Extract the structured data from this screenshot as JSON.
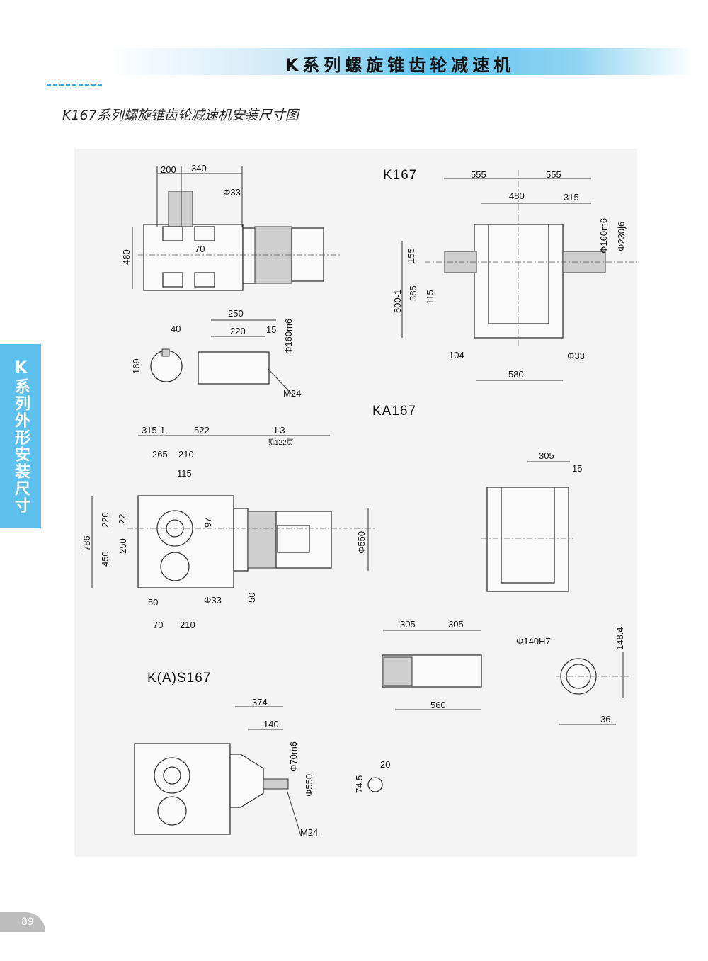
{
  "header": {
    "title": "K系列螺旋锥齿轮减速机",
    "subtitle": "K167系列螺旋锥齿轮减速机安装尺寸图"
  },
  "side_tab": "K系列外形安装尺寸",
  "page_number": "89",
  "k167_top": {
    "d200": "200",
    "d340": "340",
    "phi33": "Φ33",
    "d480": "480",
    "d70": "70"
  },
  "shaft_detail": {
    "d250": "250",
    "d220": "220",
    "d15": "15",
    "phi160": "Φ160m6",
    "m24": "M24",
    "d40": "40",
    "d169": "169"
  },
  "k167": {
    "label": "K167",
    "d555a": "555",
    "d555b": "555",
    "d480": "480",
    "d315": "315",
    "phi160": "Φ160m6",
    "phi230": "Φ230j6",
    "d155": "155",
    "d385": "385",
    "d500": "500-1",
    "d115": "115",
    "d104": "104",
    "phi33": "Φ33",
    "d580": "580"
  },
  "ka167": {
    "label": "KA167",
    "d315": "315-1",
    "d522": "522",
    "l3": "L3",
    "l3_note": "见122页",
    "d265": "265",
    "d210": "210",
    "d115": "115",
    "d220": "220",
    "d22": "22",
    "d97": "97",
    "d786": "786",
    "d450": "450",
    "d250": "250",
    "phi550": "Φ550",
    "d50a": "50",
    "phi33": "Φ33",
    "d50b": "50",
    "d70": "70",
    "d210b": "210"
  },
  "ka167_side": {
    "d305": "305",
    "d15": "15"
  },
  "hollow": {
    "d305a": "305",
    "d305b": "305",
    "d560": "560",
    "phi140": "Φ140H7",
    "d148": "148.4",
    "d36": "36"
  },
  "kas167": {
    "label": "K(A)S167",
    "d374": "374",
    "d140": "140",
    "phi70": "Φ70m6",
    "phi550": "Φ550",
    "m24": "M24",
    "d20": "20",
    "d74": "74.5"
  }
}
